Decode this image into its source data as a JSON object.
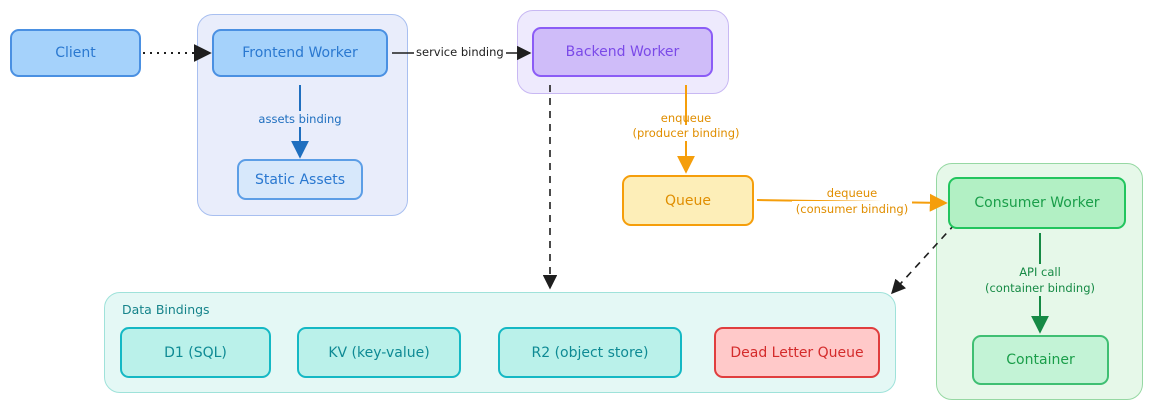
{
  "nodes": {
    "client": "Client",
    "frontend": "Frontend Worker",
    "static_assets": "Static Assets",
    "backend": "Backend Worker",
    "queue": "Queue",
    "consumer": "Consumer Worker",
    "container": "Container",
    "d1": "D1 (SQL)",
    "kv": "KV (key-value)",
    "r2": "R2 (object store)",
    "dlq": "Dead Letter Queue"
  },
  "groups": {
    "data_bindings": "Data Bindings"
  },
  "edges": {
    "service_binding": "service binding",
    "assets_binding": "assets binding",
    "enqueue_1": "enqueue",
    "enqueue_2": "(producer binding)",
    "dequeue_1": "dequeue",
    "dequeue_2": "(consumer binding)",
    "api_1": "API call",
    "api_2": "(container binding)"
  },
  "colors": {
    "blue": "#4a90e2",
    "purple": "#8b5cf6",
    "orange": "#f59e0b",
    "green": "#22c55e",
    "cyan": "#14b8c4",
    "red": "#e03e3e"
  }
}
